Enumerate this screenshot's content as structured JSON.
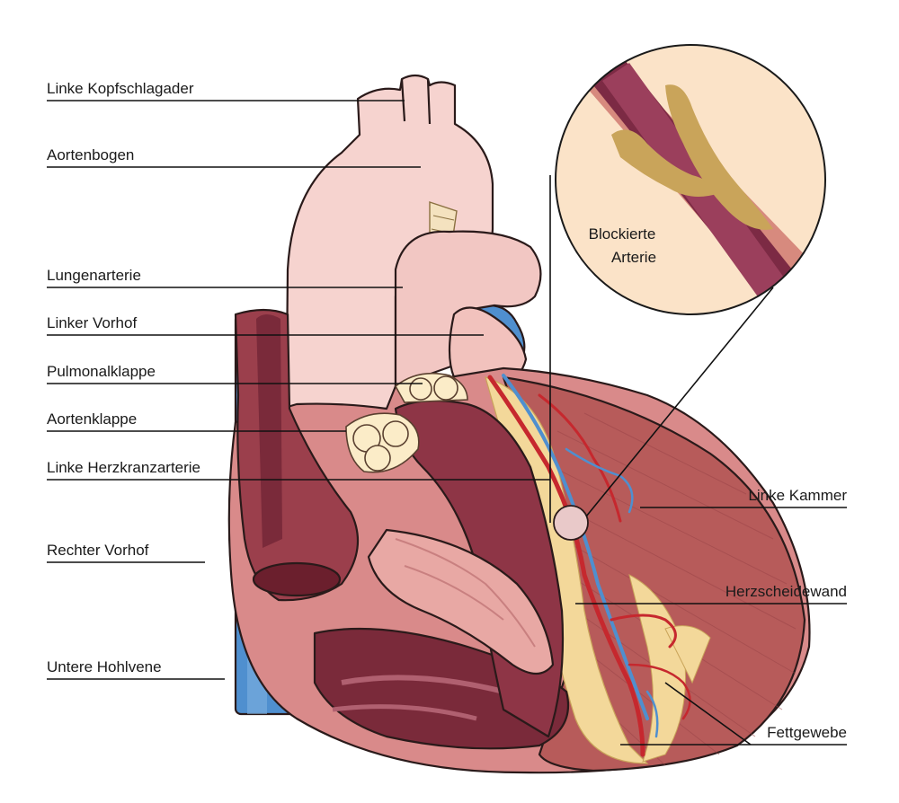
{
  "labels": {
    "linke_kopfschlagader": "Linke Kopfschlagader",
    "aortenbogen": "Aortenbogen",
    "lungenarterie": "Lungenarterie",
    "linker_vorhof": "Linker Vorhof",
    "pulmonalklappe": "Pulmonalklappe",
    "aortenklappe": "Aortenklappe",
    "linke_herzkranzarterie": "Linke Herzkranzarterie",
    "rechter_vorhof": "Rechter Vorhof",
    "untere_hohlvene": "Untere Hohlvene",
    "linke_kammer": "Linke Kammer",
    "herzscheidewand": "Herzscheidewand",
    "fettgewebe": "Fettgewebe"
  },
  "inset": {
    "line1": "Blockierte",
    "line2": "Arterie"
  },
  "colors": {
    "aorta_pink": "#f6d3cf",
    "muscle_red": "#9b3f4c",
    "chamber_dark": "#7a2a3a",
    "muscle_light": "#d98a8a",
    "vein_blue": "#4f8fcf",
    "artery_red": "#c6282e",
    "fat_yellow": "#f3d89a",
    "inset_bg": "#fbe3c8",
    "plaque": "#c9a45a"
  }
}
